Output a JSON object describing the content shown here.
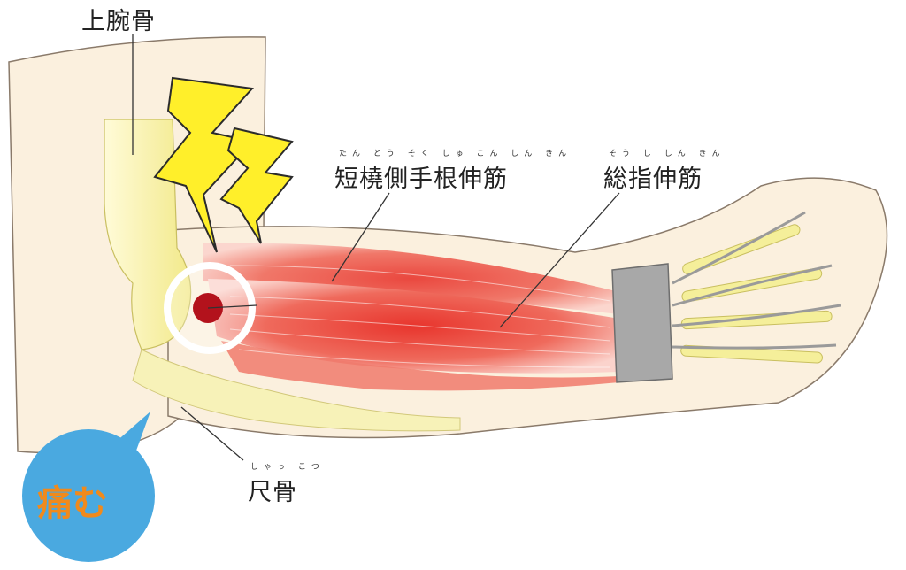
{
  "labels": {
    "humerus": "上腕骨",
    "ecrb": "短橈側手根伸筋",
    "ecrb_ruby": "たん とう そく しゅ こん しん きん",
    "edc": "総指伸筋",
    "edc_ruby": "そう し しん きん",
    "ulna": "尺骨",
    "ulna_ruby": "しゃっ こつ",
    "pain": "痛む"
  },
  "colors": {
    "skin": "#fbf0de",
    "bone": "#f5ef9a",
    "muscle": "#e8352d",
    "tendon_band": "#9a9a9a",
    "lightning": "#ffef2a",
    "pain_bubble": "#4aa9e0",
    "pain_text": "#f08a1c",
    "pain_dot": "#b3121c"
  }
}
